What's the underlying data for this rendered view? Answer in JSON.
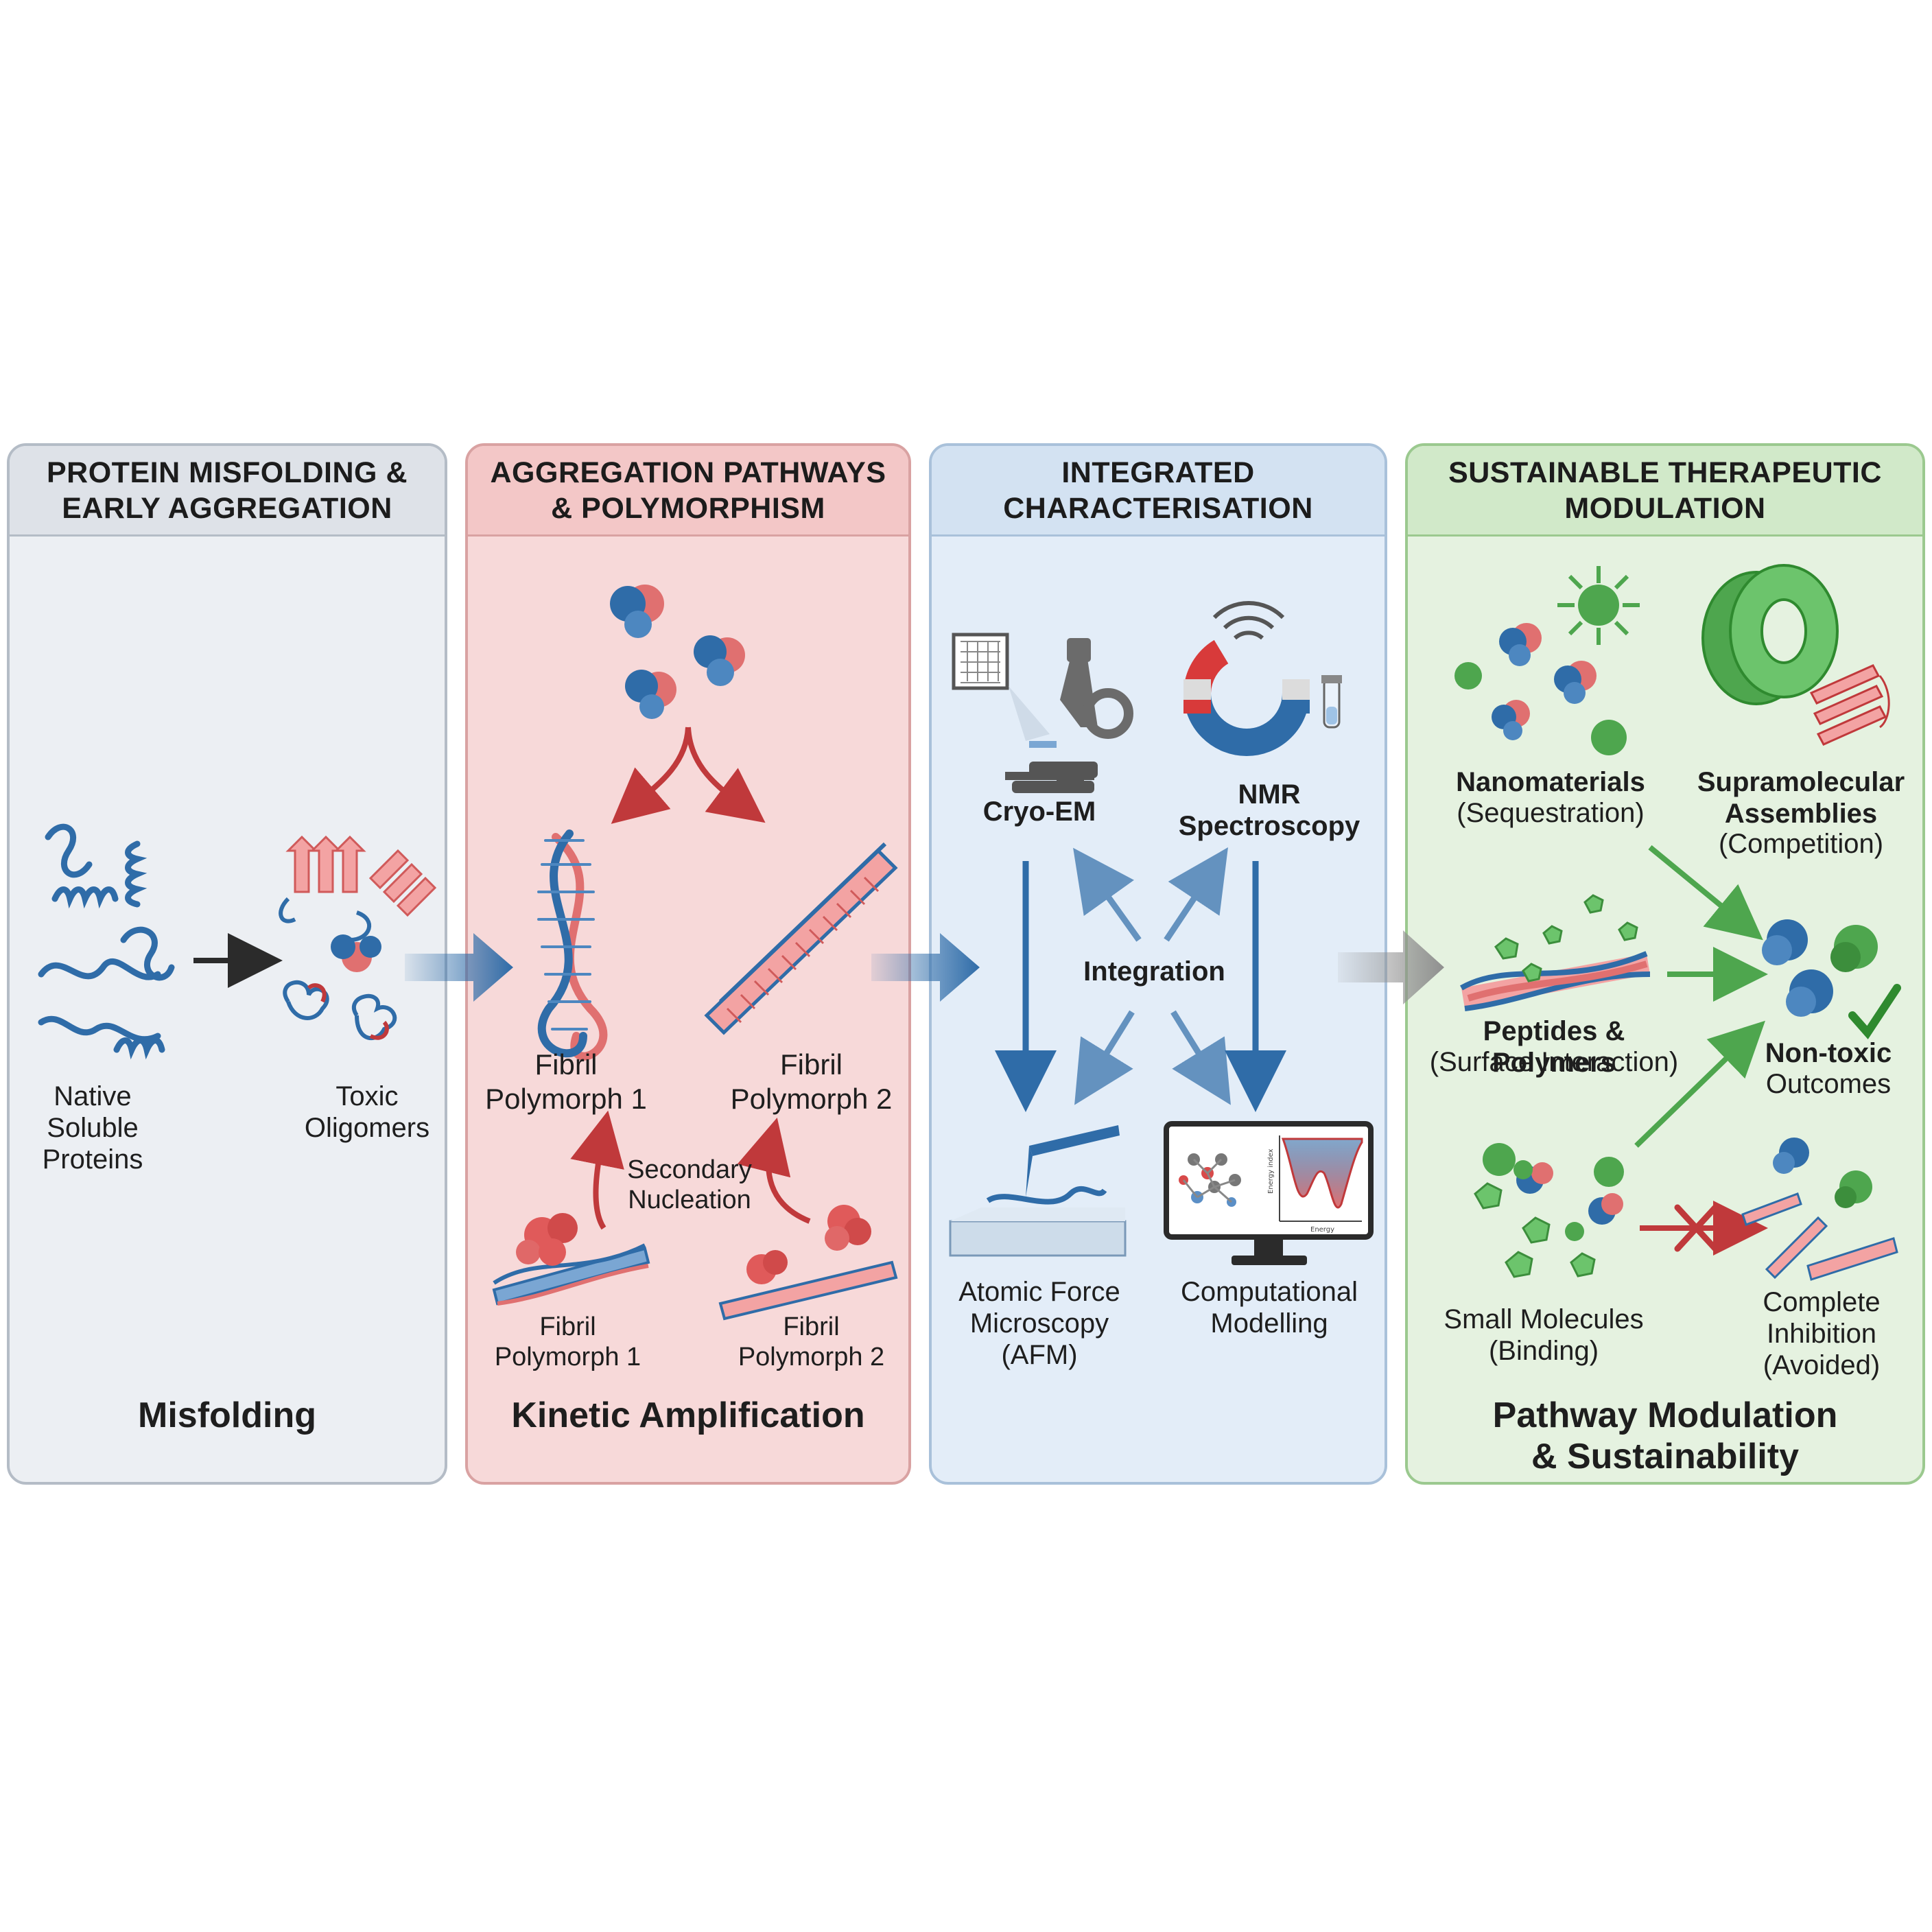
{
  "colors": {
    "blue": "#2f6ca8",
    "red": "#e07070",
    "green": "#4ea64e",
    "gray_arrow": "#8f8f8f",
    "dark_arrow": "#2b2b2b"
  },
  "panels": [
    {
      "title": "PROTEIN MISFOLDING &\nEARLY AGGREGATION",
      "labels": {
        "native": "Native\nSoluble\nProteins",
        "oligomers": "Toxic\nOligomers"
      },
      "footer": "Misfolding"
    },
    {
      "title": "AGGREGATION PATHWAYS\n& POLYMORPHISM",
      "labels": {
        "fibril1": "Fibril\nPolymorph 1",
        "fibril2": "Fibril\nPolymorph 2",
        "secondary": "Secondary\nNucleation",
        "fibril1_small": "Fibril\nPolymorph 1",
        "fibril2_small": "Fibril\nPolymorph 2"
      },
      "footer": "Kinetic Amplification"
    },
    {
      "title": "INTEGRATED\nCHARACTERISATION",
      "labels": {
        "cryo": "Cryo-EM",
        "nmr": "NMR\nSpectroscopy",
        "integration": "Integration",
        "afm": "Atomic Force\nMicroscopy\n(AFM)",
        "comp": "Computational\nModelling",
        "axis_y": "Energy index",
        "axis_x": "Energy"
      }
    },
    {
      "title": "SUSTAINABLE THERAPEUTIC\nMODULATION",
      "labels": {
        "nano_title": "Nanomaterials",
        "nano_sub": "(Sequestration)",
        "supra_title": "Supramolecular\nAssemblies",
        "supra_sub": "(Competition)",
        "pep_title": "Peptides & Polymers",
        "pep_sub": "(Surface Interaction)",
        "nontoxic_title": "Non-toxic",
        "nontoxic_sub": "Outcomes",
        "small": "Small Molecules\n(Binding)",
        "complete": "Complete\nInhibition\n(Avoided)"
      },
      "footer": "Pathway Modulation\n& Sustainability"
    }
  ]
}
